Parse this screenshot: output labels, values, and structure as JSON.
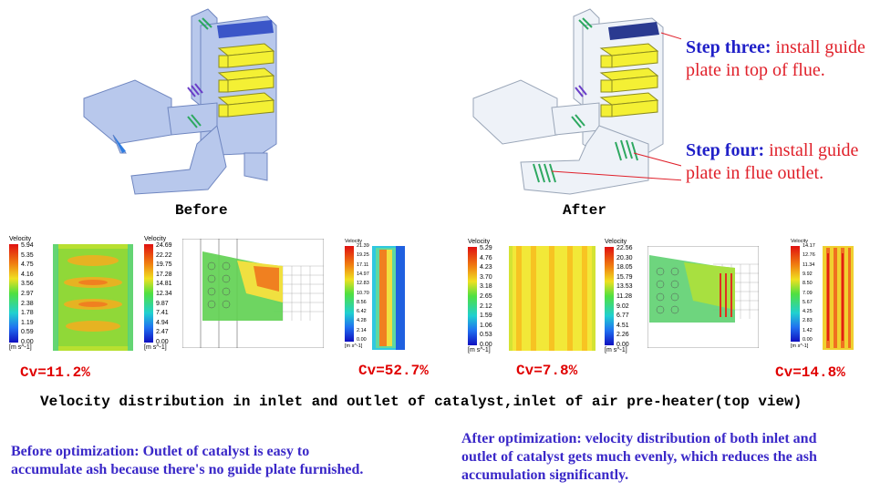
{
  "diagrams": {
    "before_label": "Before",
    "after_label": "After"
  },
  "steps": {
    "three": {
      "heading": "Step three:",
      "text": "install guide plate in top of flue."
    },
    "four": {
      "heading": "Step four:",
      "text": "install guide plate in flue outlet."
    }
  },
  "panels": [
    {
      "title": "Velocity",
      "unit": "[m s^-1]",
      "ticks": [
        "5.94",
        "5.35",
        "4.75",
        "4.16",
        "3.56",
        "2.97",
        "2.38",
        "1.78",
        "1.19",
        "0.59",
        "0.00"
      ]
    },
    {
      "title": "Velocity",
      "unit": "[m s^-1]",
      "ticks": [
        "24.69",
        "22.22",
        "19.75",
        "17.28",
        "14.81",
        "12.34",
        "9.87",
        "7.41",
        "4.94",
        "2.47",
        "0.00"
      ]
    },
    {
      "title": "Velocity",
      "unit": "[m s^-1]",
      "ticks": [
        "21.39",
        "19.25",
        "17.11",
        "14.97",
        "12.83",
        "10.70",
        "8.56",
        "6.42",
        "4.28",
        "2.14",
        "0.00"
      ]
    },
    {
      "title": "Velocity",
      "unit": "[m s^-1]",
      "ticks": [
        "5.29",
        "4.76",
        "4.23",
        "3.70",
        "3.18",
        "2.65",
        "2.12",
        "1.59",
        "1.06",
        "0.53",
        "0.00"
      ]
    },
    {
      "title": "Velocity",
      "unit": "[m s^-1]",
      "ticks": [
        "22.56",
        "20.30",
        "18.05",
        "15.79",
        "13.53",
        "11.28",
        "9.02",
        "6.77",
        "4.51",
        "2.26",
        "0.00"
      ]
    },
    {
      "title": "Velocity",
      "unit": "[m s^-1]",
      "ticks": [
        "14.17",
        "12.76",
        "11.34",
        "9.92",
        "8.50",
        "7.09",
        "5.67",
        "4.25",
        "2.83",
        "1.42",
        "0.00"
      ]
    }
  ],
  "cv": [
    "Cv=11.2%",
    "Cv=52.7%",
    "Cv=7.8%",
    "Cv=14.8%"
  ],
  "subtitle": "Velocity distribution in inlet and outlet of catalyst,inlet of air pre-heater(top view)",
  "notes": {
    "before": "Before optimization: Outlet of catalyst is easy to accumulate ash because there's no guide plate furnished.",
    "after": "After optimization: velocity distribution of both inlet and outlet of catalyst gets much evenly, which reduces the ash accumulation significantly."
  },
  "colors": {
    "step_heading": "#2020c8",
    "step_text": "#e0202a",
    "cv": "#e00000",
    "note": "#3a28c8"
  }
}
